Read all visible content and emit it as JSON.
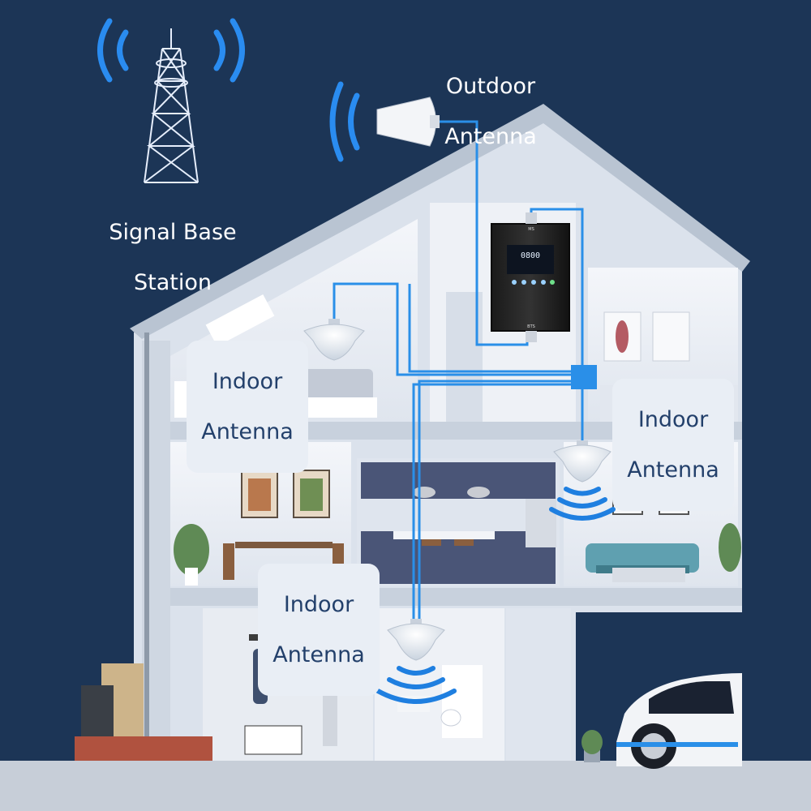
{
  "labels": {
    "base_station": [
      "Signal Base",
      "Station"
    ],
    "outdoor_antenna": [
      "Outdoor",
      "Antenna"
    ],
    "indoor_antenna_bedroom": [
      "Indoor",
      "Antenna"
    ],
    "indoor_antenna_right": [
      "Indoor",
      "Antenna"
    ],
    "indoor_antenna_ground": [
      "Indoor",
      "Antenna"
    ]
  },
  "booster_display": {
    "screen_text": "0800",
    "top_port": "MS",
    "bottom_port": "BTS"
  },
  "colors": {
    "background": "#1c3556",
    "cable": "#2a8fe8",
    "signal_wave": "#1f7fe0",
    "label_box": "#e9eef5",
    "label_text_dark": "#23406b",
    "house_wall": "#dfe5ee",
    "roof": "#c9d2de"
  },
  "icons": [
    "cell-tower-icon",
    "panel-antenna-icon",
    "ceiling-antenna-icon",
    "signal-booster-icon",
    "splitter-icon",
    "signal-wave-icon",
    "electric-car-icon"
  ]
}
